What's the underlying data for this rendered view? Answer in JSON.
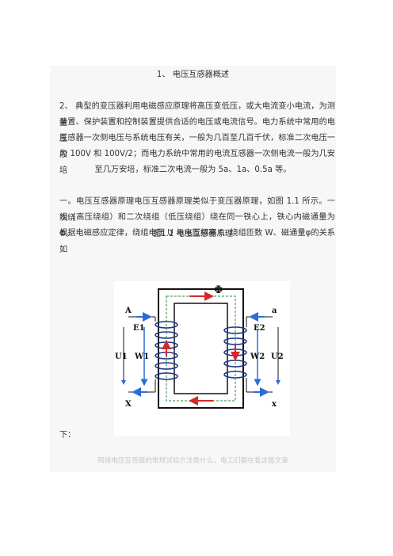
{
  "heading": "1、 电压互感器概述",
  "para1_lines": [
    "2、 典型的变压器利用电磁感应原理将高压变低压，或大电流变小电流，为测量",
    "装置、保护装置和控制装置提供合适的电压或电流信号。电力系统中常用的电压",
    "互感器一次侧电压与系统电压有关，一般为几百至几百千伏，标准二次电压一般",
    "为 100V 和 100V/2；而电力系统中常用的电流互感器一次侧电流一般为几安培"
  ],
  "para1_last": "至几万安培，标准二次电流一般为 5a、1a、0.5a 等。",
  "para2_lines": [
    "一。电压互感器原理电压互感器原理类似于变压器原理，如图 1.1 所示。一次绕",
    "组（高压绕组）和二次绕组（低压绕组）绕在同一铁心上，铁心内磁通量为Φ。",
    "根据电磁感应定律，绕组电压 U 与电压频率 f、绕组匝数 W、磁通量φ的关系如"
  ],
  "para2_tail": "下：",
  "figure": {
    "caption": "图1.1 电压互感器原理",
    "labels": {
      "A": "A",
      "X": "X",
      "a": "a",
      "x": "x",
      "E1": "E1",
      "E2": "E2",
      "W1": "W1",
      "W2": "W2",
      "U1": "U1",
      "U2": "U2",
      "phi": "Φ"
    }
  },
  "footer_link": "网络电压互感器的常规试验方法是什么，电工们都在看这篇文章",
  "colors": {
    "coil": "#1f3a8a",
    "arrow_red": "#d62828",
    "arrow_blue": "#2b6cd8",
    "core": "#111111"
  }
}
